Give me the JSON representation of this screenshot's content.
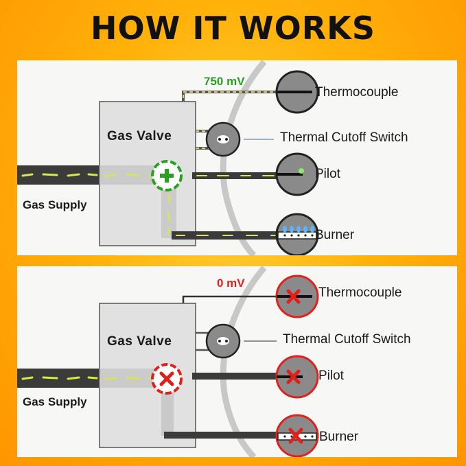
{
  "title": "HOW IT WORKS",
  "colors": {
    "background": "#ffb20a",
    "working": "#27a11f",
    "fault": "#e0211b",
    "flame_green": "#8fe66a",
    "flame_blue": "#5ab4ff"
  },
  "panels": [
    {
      "state": "working",
      "voltage": "750 mV",
      "valve_label": "Gas Valve",
      "supply_label": "Gas Supply",
      "valve_icon": "plus-icon",
      "components": {
        "thermocouple": "Thermocouple",
        "cutoff": "Thermal Cutoff Switch",
        "pilot": "Pilot",
        "burner": "Burner"
      }
    },
    {
      "state": "fault",
      "voltage": "0 mV",
      "valve_label": "Gas Valve",
      "supply_label": "Gas Supply",
      "valve_icon": "x-icon",
      "components": {
        "thermocouple": "Thermocouple",
        "cutoff": "Thermal Cutoff Switch",
        "pilot": "Pilot",
        "burner": "Burner"
      }
    }
  ]
}
